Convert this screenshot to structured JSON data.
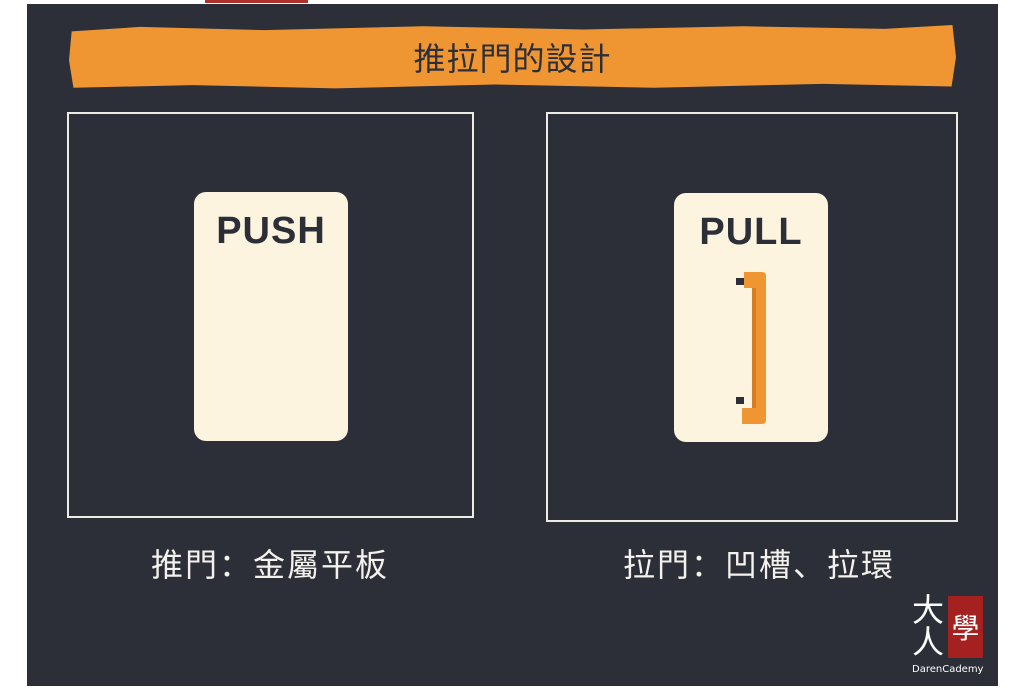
{
  "slide": {
    "title": "推拉門的設計",
    "left_panel": {
      "sign_label": "PUSH",
      "caption": "推門：金屬平板"
    },
    "right_panel": {
      "sign_label": "PULL",
      "caption": "拉門：凹槽、拉環"
    },
    "logo": {
      "chars_main_1": "大",
      "chars_main_2": "人",
      "seal_char": "學",
      "brand": "DarenCademy"
    }
  },
  "colors": {
    "background": "#2c2e38",
    "accent": "#ef9633",
    "sign": "#fdf4e0",
    "seal": "#a4211f"
  }
}
